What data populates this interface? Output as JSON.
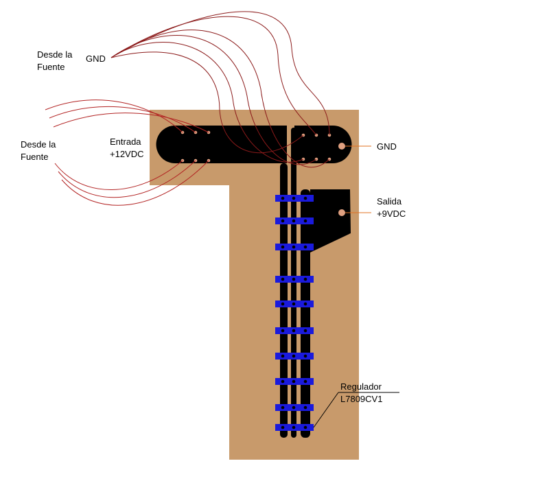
{
  "labels": {
    "desde_fuente_top_1": "Desde la",
    "desde_fuente_top_2": "Fuente",
    "gnd_top": "GND",
    "desde_fuente_left_1": "Desde la",
    "desde_fuente_left_2": "Fuente",
    "entrada_1": "Entrada",
    "entrada_2": "+12VDC",
    "gnd_right": "GND",
    "salida_1": "Salida",
    "salida_2": "+9VDC",
    "regulador_1": "Regulador",
    "regulador_2": "L7809CV1"
  },
  "colors": {
    "board": "#c89a6b",
    "trace": "#000000",
    "regulator": "#1a1adc",
    "wire": "#b22222",
    "pad": "#e0a080",
    "leader": "#e07020"
  }
}
